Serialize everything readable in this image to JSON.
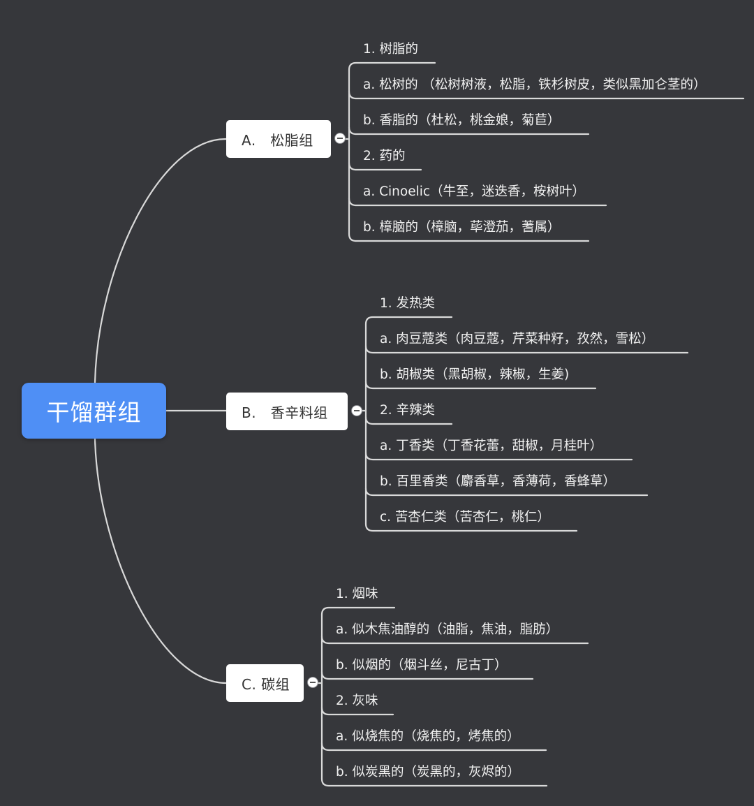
{
  "root": {
    "label": "干馏群组"
  },
  "branches": [
    {
      "label": "A.   松脂组",
      "children": [
        "1. 树脂的",
        "a. 松树的 （松树树液，松脂，铁杉树皮，类似黑加仑茎的）",
        "b. 香脂的（杜松，桃金娘，菊苣）",
        "2. 药的",
        "a. Cinoelic（牛至，迷迭香，桉树叶）",
        "b. 樟脑的（樟脑，荜澄茄，蓍属）"
      ]
    },
    {
      "label": "B.   香辛料组",
      "children": [
        "1. 发热类",
        "a. 肉豆蔻类（肉豆蔻，芹菜种籽，孜然，雪松）",
        "b. 胡椒类（黑胡椒，辣椒，生姜)",
        "2. 辛辣类",
        "a. 丁香类（丁香花蕾，甜椒，月桂叶）",
        "b. 百里香类（麝香草，香薄荷，香蜂草）",
        "c. 苦杏仁类（苦杏仁，桃仁）"
      ]
    },
    {
      "label": "C. 碳组",
      "children": [
        "1. 烟味",
        "a. 似木焦油醇的（油脂，焦油，脂肪）",
        "b. 似烟的（烟斗丝，尼古丁）",
        "2. 灰味",
        "a. 似烧焦的（烧焦的，烤焦的）",
        "b. 似炭黑的（炭黑的，灰烬的）"
      ]
    }
  ],
  "colors": {
    "background": "#36373b",
    "root": "#4f8ff5",
    "branch": "#ffffff",
    "line": "#d9d9d9"
  }
}
